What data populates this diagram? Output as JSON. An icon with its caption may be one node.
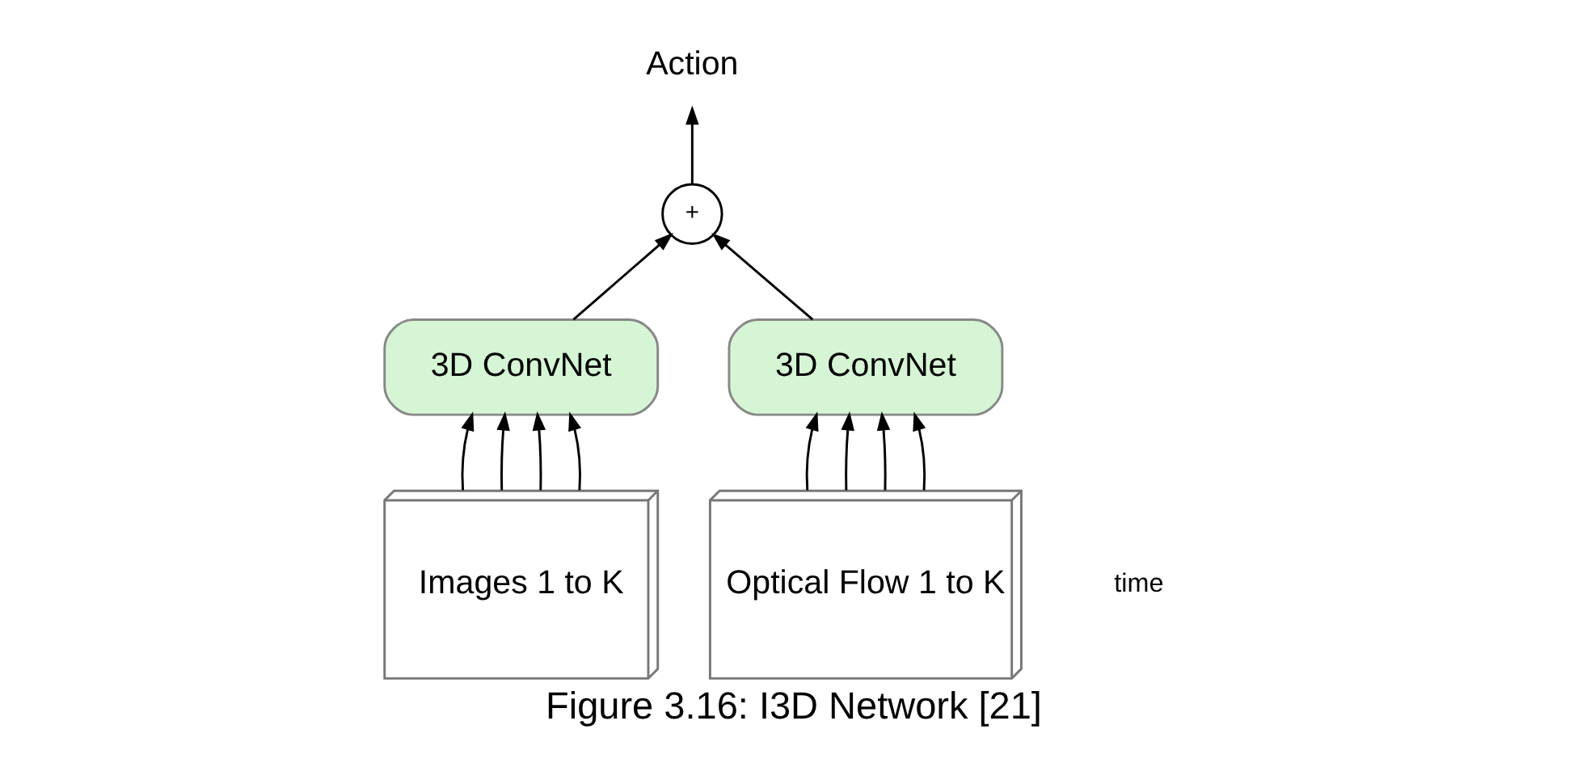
{
  "diagram": {
    "caption": "Figure 3.16: I3D Network [21]",
    "nodes": [
      {
        "text": [
          "Action"
        ]
      },
      {
        "text": [
          "+"
        ]
      },
      {
        "text": [
          "3D ConvNet"
        ]
      },
      {
        "text": [
          "3D ConvNet"
        ]
      },
      {
        "text": [
          "Images 1 to K"
        ]
      },
      {
        "text": [
          "Optical Flow 1 to K"
        ]
      }
    ],
    "edges": [
      {
        "from": 1,
        "to": 0,
        "arrow": "to"
      },
      {
        "from": 2,
        "to": 1,
        "arrow": "to"
      },
      {
        "from": 3,
        "to": 1,
        "arrow": "to"
      },
      {
        "from": 4,
        "to": 2,
        "arrow": "to"
      },
      {
        "from": 4,
        "to": 2,
        "arrow": "to"
      },
      {
        "from": 4,
        "to": 2,
        "arrow": "to"
      },
      {
        "from": 4,
        "to": 2,
        "arrow": "to"
      },
      {
        "from": 5,
        "to": 3,
        "arrow": "to"
      },
      {
        "from": 5,
        "to": 3,
        "arrow": "to"
      },
      {
        "from": 5,
        "to": 3,
        "arrow": "to"
      },
      {
        "from": 5,
        "to": 3,
        "arrow": "to"
      }
    ],
    "labels": [
      "time"
    ]
  }
}
